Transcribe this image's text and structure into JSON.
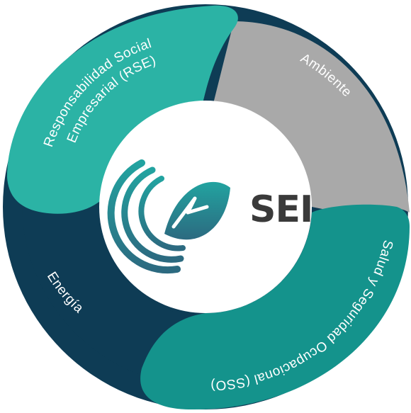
{
  "segments": [
    {
      "key": "rse",
      "lines": [
        "Responsabilidad Social",
        "Empresarial (RSE)"
      ],
      "color": "#2bb3a5"
    },
    {
      "key": "ambiente",
      "lines": [
        "Ambiente"
      ],
      "color": "#a9a9a9"
    },
    {
      "key": "sso",
      "lines": [
        "Salud y Seguridad Ocupacional (SSO)"
      ],
      "color": "#14938c"
    },
    {
      "key": "energia",
      "lines": [
        "Energía"
      ],
      "color": "#0e3c55"
    }
  ],
  "center": {
    "brand": "SEI",
    "logo_icon": "leaf-bolt-icon",
    "logo_colors": [
      "#1a8a8c",
      "#2f6d82"
    ]
  }
}
